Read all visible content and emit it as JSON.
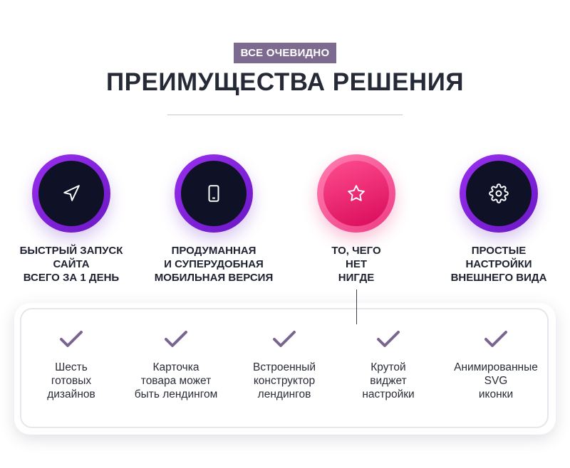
{
  "header": {
    "badge": "ВСЕ ОЧЕВИДНО",
    "title": "ПРЕИМУЩЕСТВА РЕШЕНИЯ"
  },
  "colors": {
    "badge_bg": "#7d6a8f",
    "ring_purple": "#8a22e0",
    "core_dark": "#0f1226",
    "accent_pink": "#ee3c85",
    "check": "#7a6590"
  },
  "features": [
    {
      "icon": "navigation-arrow-icon",
      "caption": "БЫСТРЫЙ ЗАПУСК\nСАЙТА\nВСЕГО ЗА 1 ДЕНЬ"
    },
    {
      "icon": "smartphone-icon",
      "caption": "ПРОДУМАННАЯ\nИ СУПЕРУДОБНАЯ\nМОБИЛЬНАЯ ВЕРСИЯ"
    },
    {
      "icon": "star-icon",
      "caption": "ТО, ЧЕГО\nНЕТ\nНИГДЕ"
    },
    {
      "icon": "gear-icon",
      "caption": "ПРОСТЫЕ\nНАСТРОЙКИ\nВНЕШНЕГО ВИДА"
    }
  ],
  "benefits": [
    {
      "icon": "checkmark-icon",
      "label": "Шесть\nготовых\nдизайнов"
    },
    {
      "icon": "checkmark-icon",
      "label": "Карточка\nтовара может\nбыть лендингом"
    },
    {
      "icon": "checkmark-icon",
      "label": "Встроенный\nконструктор\nлендингов"
    },
    {
      "icon": "checkmark-icon",
      "label": "Крутой\nвиджет\nнастройки"
    },
    {
      "icon": "checkmark-icon",
      "label": "Анимированные\nSVG\nиконки"
    }
  ]
}
